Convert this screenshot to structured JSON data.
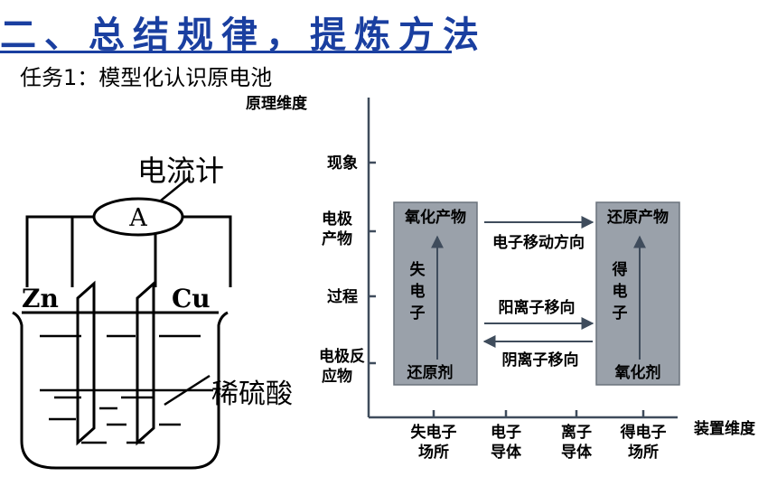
{
  "heading": "二、总结规律，提炼方法",
  "subtitle": "任务1：模型化认识原电池",
  "apparatus": {
    "meter_label": "电流计",
    "meter_symbol": "A",
    "left_electrode": "Zn",
    "right_electrode": "Cu",
    "electrolyte": "稀硫酸"
  },
  "model": {
    "y_axis_title": "原理维度",
    "x_axis_title": "装置维度",
    "y_ticks": [
      "现象",
      "电极产物",
      "过程",
      "电极反应物"
    ],
    "y_tick_lines": [
      [
        "现象"
      ],
      [
        "电极",
        "产物"
      ],
      [
        "过程"
      ],
      [
        "电极反",
        "应物"
      ]
    ],
    "x_ticks": [
      "失电子场所",
      "电子导体",
      "离子导体",
      "得电子场所"
    ],
    "x_tick_lines": [
      [
        "失电子",
        "场所"
      ],
      [
        "电子",
        "导体"
      ],
      [
        "离子",
        "导体"
      ],
      [
        "得电子",
        "场所"
      ]
    ],
    "left_box": {
      "top": "氧化产物",
      "middle": [
        "失",
        "电",
        "子"
      ],
      "bottom": "还原剂"
    },
    "right_box": {
      "top": "还原产物",
      "middle": [
        "得",
        "电",
        "子"
      ],
      "bottom": "氧化剂"
    },
    "arrows": {
      "electron_flow": "电子移动方向",
      "cation_flow": "阳离子移向",
      "anion_flow": "阴离子移向"
    },
    "box_color": "#9aa1aa",
    "arrow_color": "#3f4c5c"
  }
}
